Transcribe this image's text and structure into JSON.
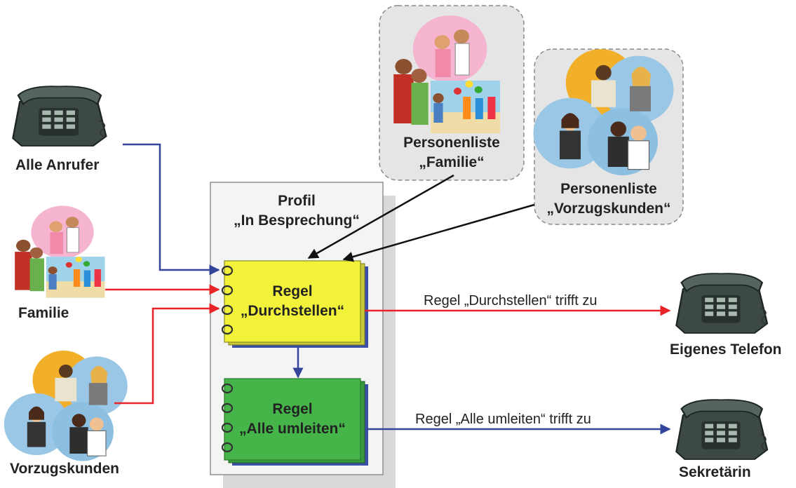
{
  "sources": {
    "all_callers": "Alle Anrufer",
    "family": "Familie",
    "preferred_customers": "Vorzugskunden"
  },
  "profile": {
    "line1": "Profil",
    "line2": "„In Besprechung“"
  },
  "rules": {
    "forward": {
      "line1": "Regel",
      "line2": "„Durchstellen“"
    },
    "redirect": {
      "line1": "Regel",
      "line2": "„Alle umleiten“"
    }
  },
  "person_lists": {
    "family": {
      "line1": "Personenliste",
      "line2": "„Familie“"
    },
    "customers": {
      "line1": "Personenliste",
      "line2": "„Vorzugskunden“"
    }
  },
  "edges": {
    "forward_match": "Regel „Durchstellen“ trifft zu",
    "redirect_match": "Regel „Alle umleiten“ trifft zu"
  },
  "targets": {
    "own_phone": "Eigenes Telefon",
    "secretary": "Sekretärin"
  },
  "colors": {
    "blue_line": "#33449a",
    "red_line": "#e8242a",
    "rule_yellow": "#f2f23a",
    "rule_green": "#45b549",
    "profile_bg": "#f4f4f4",
    "profile_shadow": "#d9d9db",
    "list_bg": "#e5e5e5"
  }
}
